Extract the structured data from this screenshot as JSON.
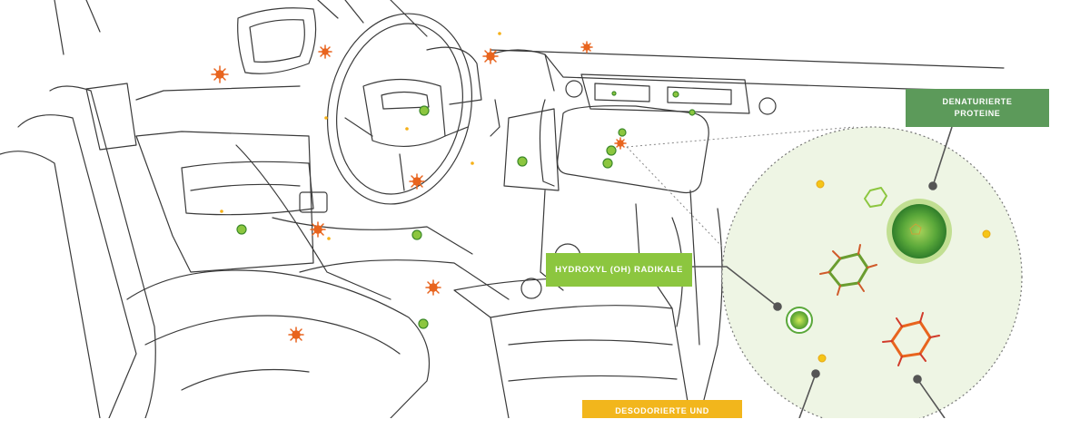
{
  "colors": {
    "line": "#3a3a3a",
    "green_label": "#5c9a5a",
    "hydroxyl_label": "#8cc63f",
    "yellow_label": "#f2b61c",
    "bubble_fill": "#eef5e4",
    "radical_green": "#7ac143",
    "virus_orange": "#e8641e",
    "particle_yellow": "#f5c518"
  },
  "labels": {
    "proteins": [
      "DENATURIERTE",
      "PROTEINE"
    ],
    "hydroxyl": "HYDROXYL (OH) RADIKALE",
    "deodorized": "DESODORIERTE UND UNSCHÄDLICHE"
  },
  "icons": [
    "virus-icon",
    "radical-icon",
    "particle-icon",
    "protein-icon"
  ]
}
